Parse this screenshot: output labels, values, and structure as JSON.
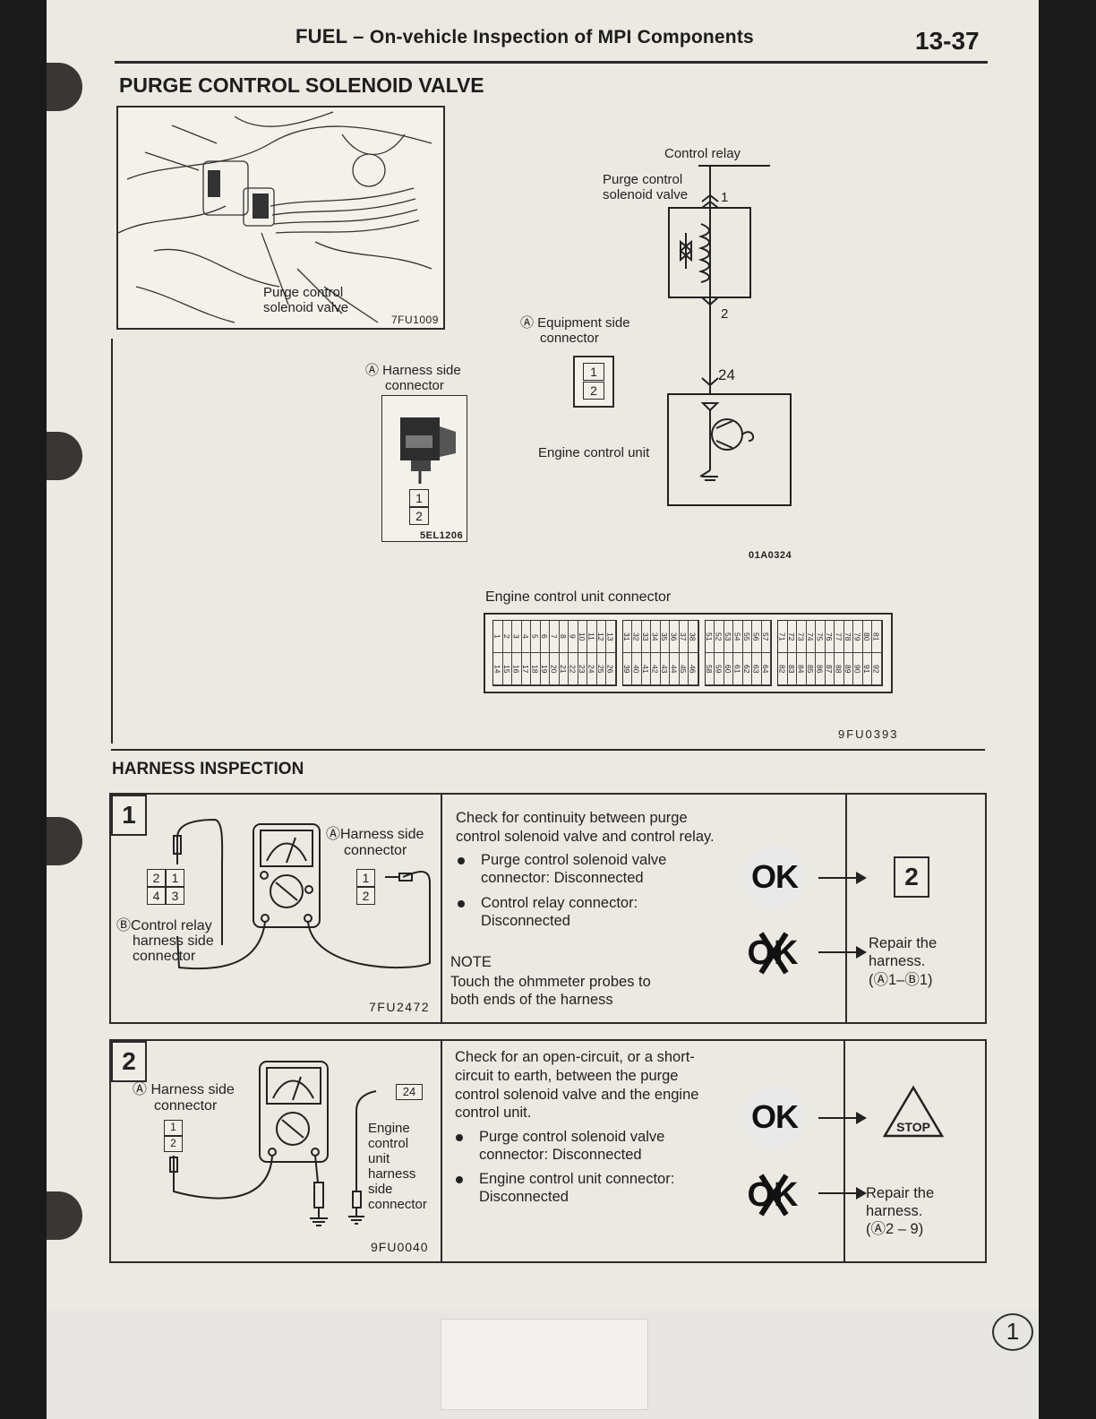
{
  "header": {
    "title_main": "FUEL",
    "title_dash": "–",
    "title_sub": "On-vehicle Inspection of MPI Components",
    "page_number": "13-37"
  },
  "section1": {
    "title": "PURGE CONTROL SOLENOID VALVE",
    "photo_label_1": "Purge control",
    "photo_label_2": "solenoid valve",
    "photo_code": "7FU1009",
    "harness_label_1": "Ⓐ Harness side",
    "harness_label_2": "connector",
    "harness_code": "5EL1206",
    "harness_pins": [
      "1",
      "2"
    ],
    "equipment_label_1": "Ⓐ Equipment side",
    "equipment_label_2": "connector",
    "equipment_pins": [
      "1",
      "2"
    ],
    "control_relay": "Control relay",
    "valve_label_1": "Purge control",
    "valve_label_2": "solenoid valve",
    "terminal_1": "1",
    "terminal_2": "2",
    "terminal_24": "24",
    "ecu_label": "Engine control unit",
    "circuit_code": "01A0324",
    "ecu_connector_label": "Engine control unit connector",
    "ecu_connector_code": "9FU0393",
    "ecu_connector_blocks": [
      {
        "top": [
          "1",
          "2",
          "3",
          "4",
          "5",
          "6",
          "7",
          "8",
          "9",
          "10",
          "11",
          "12",
          "13"
        ],
        "bottom": [
          "14",
          "15",
          "16",
          "17",
          "18",
          "19",
          "20",
          "21",
          "22",
          "23",
          "24",
          "25",
          "26"
        ]
      },
      {
        "top": [
          "31",
          "32",
          "33",
          "34",
          "35",
          "36",
          "37",
          "38"
        ],
        "bottom": [
          "39",
          "40",
          "41",
          "42",
          "43",
          "44",
          "45",
          "46"
        ]
      },
      {
        "top": [
          "51",
          "52",
          "53",
          "54",
          "55",
          "56",
          "57"
        ],
        "bottom": [
          "58",
          "59",
          "60",
          "61",
          "62",
          "63",
          "64"
        ]
      },
      {
        "top": [
          "71",
          "72",
          "73",
          "74",
          "75",
          "76",
          "77",
          "78",
          "79",
          "80",
          "81"
        ],
        "bottom": [
          "82",
          "83",
          "84",
          "85",
          "86",
          "87",
          "88",
          "89",
          "90",
          "91",
          "92"
        ]
      }
    ]
  },
  "section2": {
    "title": "HARNESS INSPECTION",
    "steps": [
      {
        "number": "1",
        "diagram_labels": {
          "a_label_1": "ⒶHarness side",
          "a_label_2": "connector",
          "b_label_1": "ⒷControl relay",
          "b_label_2": "harness side",
          "b_label_3": "connector",
          "relay_pins": [
            "2",
            "1",
            "4",
            "3"
          ],
          "a_pins": [
            "1",
            "2"
          ],
          "code": "7FU2472"
        },
        "instruction_1": "Check for continuity between purge",
        "instruction_2": "control solenoid valve and control relay.",
        "bullets": [
          {
            "l1": "Purge control solenoid valve",
            "l2": "connector: Disconnected"
          },
          {
            "l1": "Control relay connector:",
            "l2": "Disconnected"
          }
        ],
        "note_title": "NOTE",
        "note_1": "Touch the ohmmeter probes to",
        "note_2": "both ends of the harness",
        "ok_label": "OK",
        "ng_label": "OK",
        "ok_result": "2",
        "ng_result_1": "Repair the",
        "ng_result_2": "harness.",
        "ng_result_3": "(Ⓐ1–Ⓑ1)"
      },
      {
        "number": "2",
        "diagram_labels": {
          "a_label_1": "Ⓐ Harness side",
          "a_label_2": "connector",
          "a_pins": [
            "1",
            "2"
          ],
          "ecu_pin": "24",
          "ecu_label_1": "Engine",
          "ecu_label_2": "control",
          "ecu_label_3": "unit",
          "ecu_label_4": "harness",
          "ecu_label_5": "side",
          "ecu_label_6": "connector",
          "code": "9FU0040"
        },
        "instruction_1": "Check for an open-circuit, or a short-",
        "instruction_2": "circuit to earth, between the purge",
        "instruction_3": "control solenoid valve and the engine",
        "instruction_4": "control unit.",
        "bullets": [
          {
            "l1": "Purge control solenoid valve",
            "l2": "connector: Disconnected"
          },
          {
            "l1": "Engine control unit connector:",
            "l2": "Disconnected"
          }
        ],
        "ok_label": "OK",
        "ng_label": "OK",
        "ok_result": "STOP",
        "ng_result_1": "Repair the",
        "ng_result_2": "harness.",
        "ng_result_3": "(Ⓐ2 – 9)"
      }
    ]
  },
  "colors": {
    "paper": "#ece9e2",
    "ink": "#222222",
    "binding": "#1a1a1a"
  }
}
